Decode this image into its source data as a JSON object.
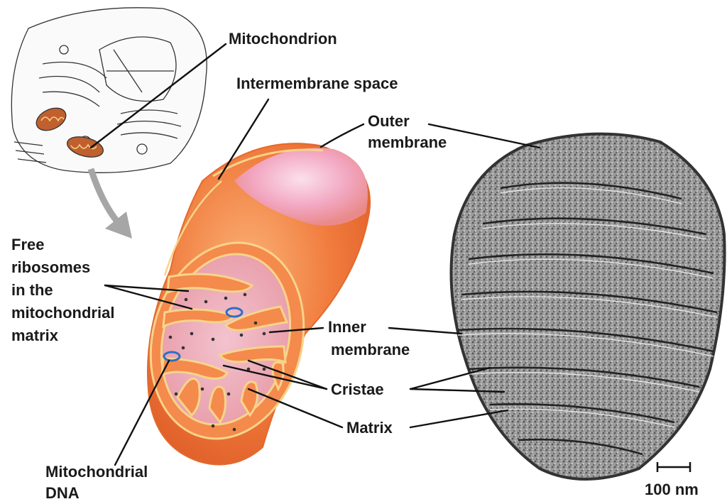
{
  "labels": {
    "mitochondrion": "Mitochondrion",
    "intermembrane_space": "Intermembrane space",
    "outer_membrane": [
      "Outer",
      "membrane"
    ],
    "free_ribosomes": [
      "Free",
      "ribosomes",
      "in the",
      "mitochondrial",
      "matrix"
    ],
    "inner_membrane": [
      "Inner",
      "membrane"
    ],
    "cristae": "Cristae",
    "matrix": "Matrix",
    "mitochondrial_dna": [
      "Mitochondrial",
      "DNA"
    ],
    "scale_bar": "100 nm"
  },
  "colors": {
    "mito_outer": "#f07a3c",
    "mito_light": "#f9a968",
    "membrane_edge": "#f7d48a",
    "matrix_pink": "#e9a6b5",
    "dna_blue": "#2d6fc4",
    "micrograph": "#8a8a8a"
  }
}
